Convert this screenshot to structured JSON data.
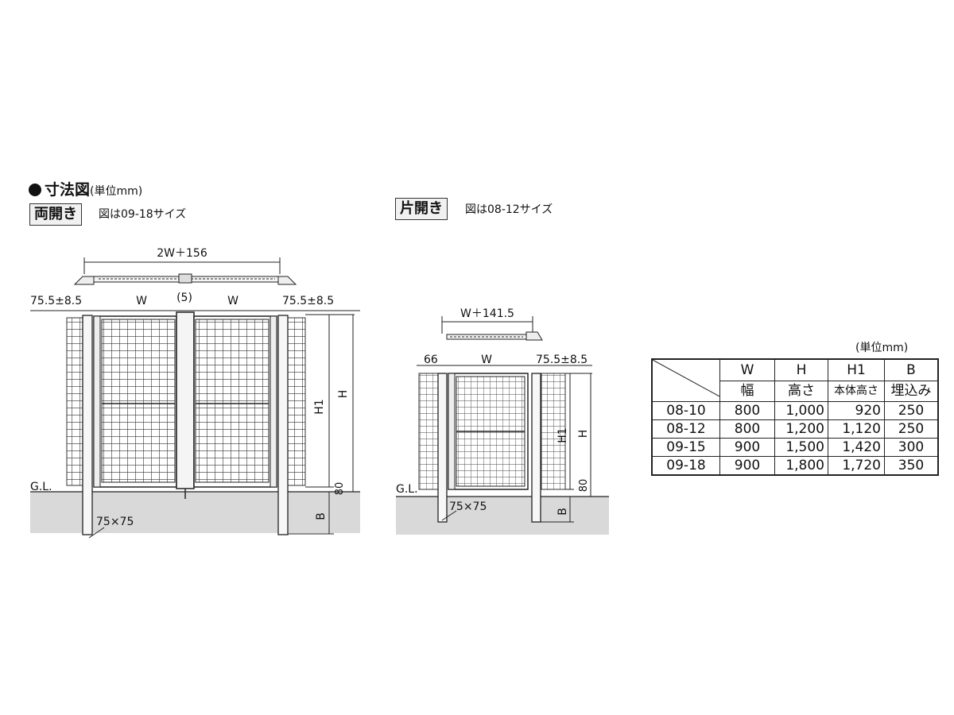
{
  "header": {
    "title": "寸法図",
    "unit": "(単位mm)"
  },
  "double_gate": {
    "tag": "両開き",
    "note": "図は09-18サイズ",
    "dims": {
      "total_width": "2W＋156",
      "left_offset": "75.5±8.5",
      "right_offset": "75.5±8.5",
      "leaf_width_1": "W",
      "gap": "(5)",
      "leaf_width_2": "W",
      "height_h1": "H1",
      "height_h": "H",
      "clearance": "80",
      "burial": "B",
      "post_size": "75×75",
      "ground": "G.L."
    }
  },
  "single_gate": {
    "tag": "片開き",
    "note": "図は08-12サイズ",
    "dims": {
      "total_width": "W＋141.5",
      "left_offset": "66",
      "leaf_width": "W",
      "right_offset": "75.5±8.5",
      "height_h1": "H1",
      "height_h": "H",
      "clearance": "80",
      "burial": "B",
      "post_size": "75×75",
      "ground": "G.L."
    }
  },
  "spec_table": {
    "unit": "(単位mm)",
    "headers": [
      "W",
      "H",
      "H1",
      "B"
    ],
    "subheaders": [
      "幅",
      "高さ",
      "本体高さ",
      "埋込み"
    ],
    "rows": [
      {
        "model": "08-10",
        "W": "800",
        "H": "1,000",
        "H1": "920",
        "B": "250"
      },
      {
        "model": "08-12",
        "W": "800",
        "H": "1,200",
        "H1": "1,120",
        "B": "250"
      },
      {
        "model": "09-15",
        "W": "900",
        "H": "1,500",
        "H1": "1,420",
        "B": "300"
      },
      {
        "model": "09-18",
        "W": "900",
        "H": "1,800",
        "H1": "1,720",
        "B": "350"
      }
    ]
  },
  "colors": {
    "ground": "#d9d9d9",
    "line": "#222222",
    "mesh": "#333333"
  }
}
